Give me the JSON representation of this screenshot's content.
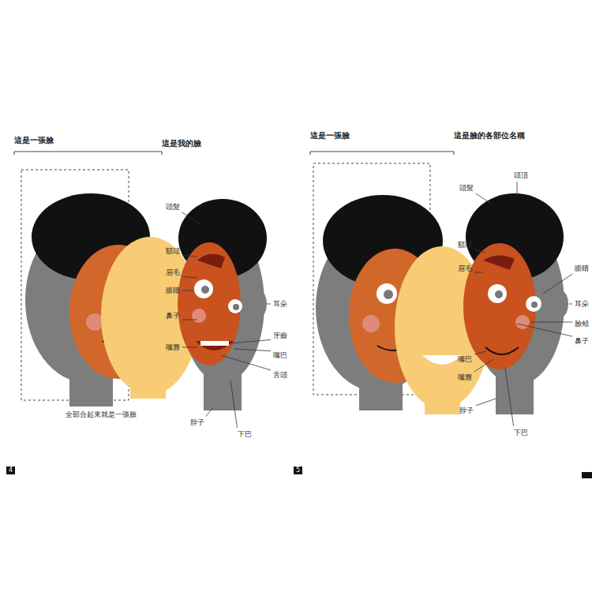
{
  "diagram": {
    "labels": [
      "這是一張臉",
      "這是我的臉",
      "這是一張臉",
      "這是臉的各部位名稱",
      "全部合起來就是一張臉",
      "頭髮",
      "額頭",
      "眉毛",
      "眼睛",
      "鼻子",
      "嘴唇",
      "耳朵",
      "牙齒",
      "嘴巴",
      "舌頭",
      "脖子",
      "下巴",
      "頭髮",
      "頭頂",
      "額頭",
      "眉毛",
      "嘴巴",
      "嘴唇",
      "眼睛",
      "耳朵",
      "臉頰",
      "鼻子",
      "下巴",
      "脖子",
      "4",
      "5"
    ]
  }
}
